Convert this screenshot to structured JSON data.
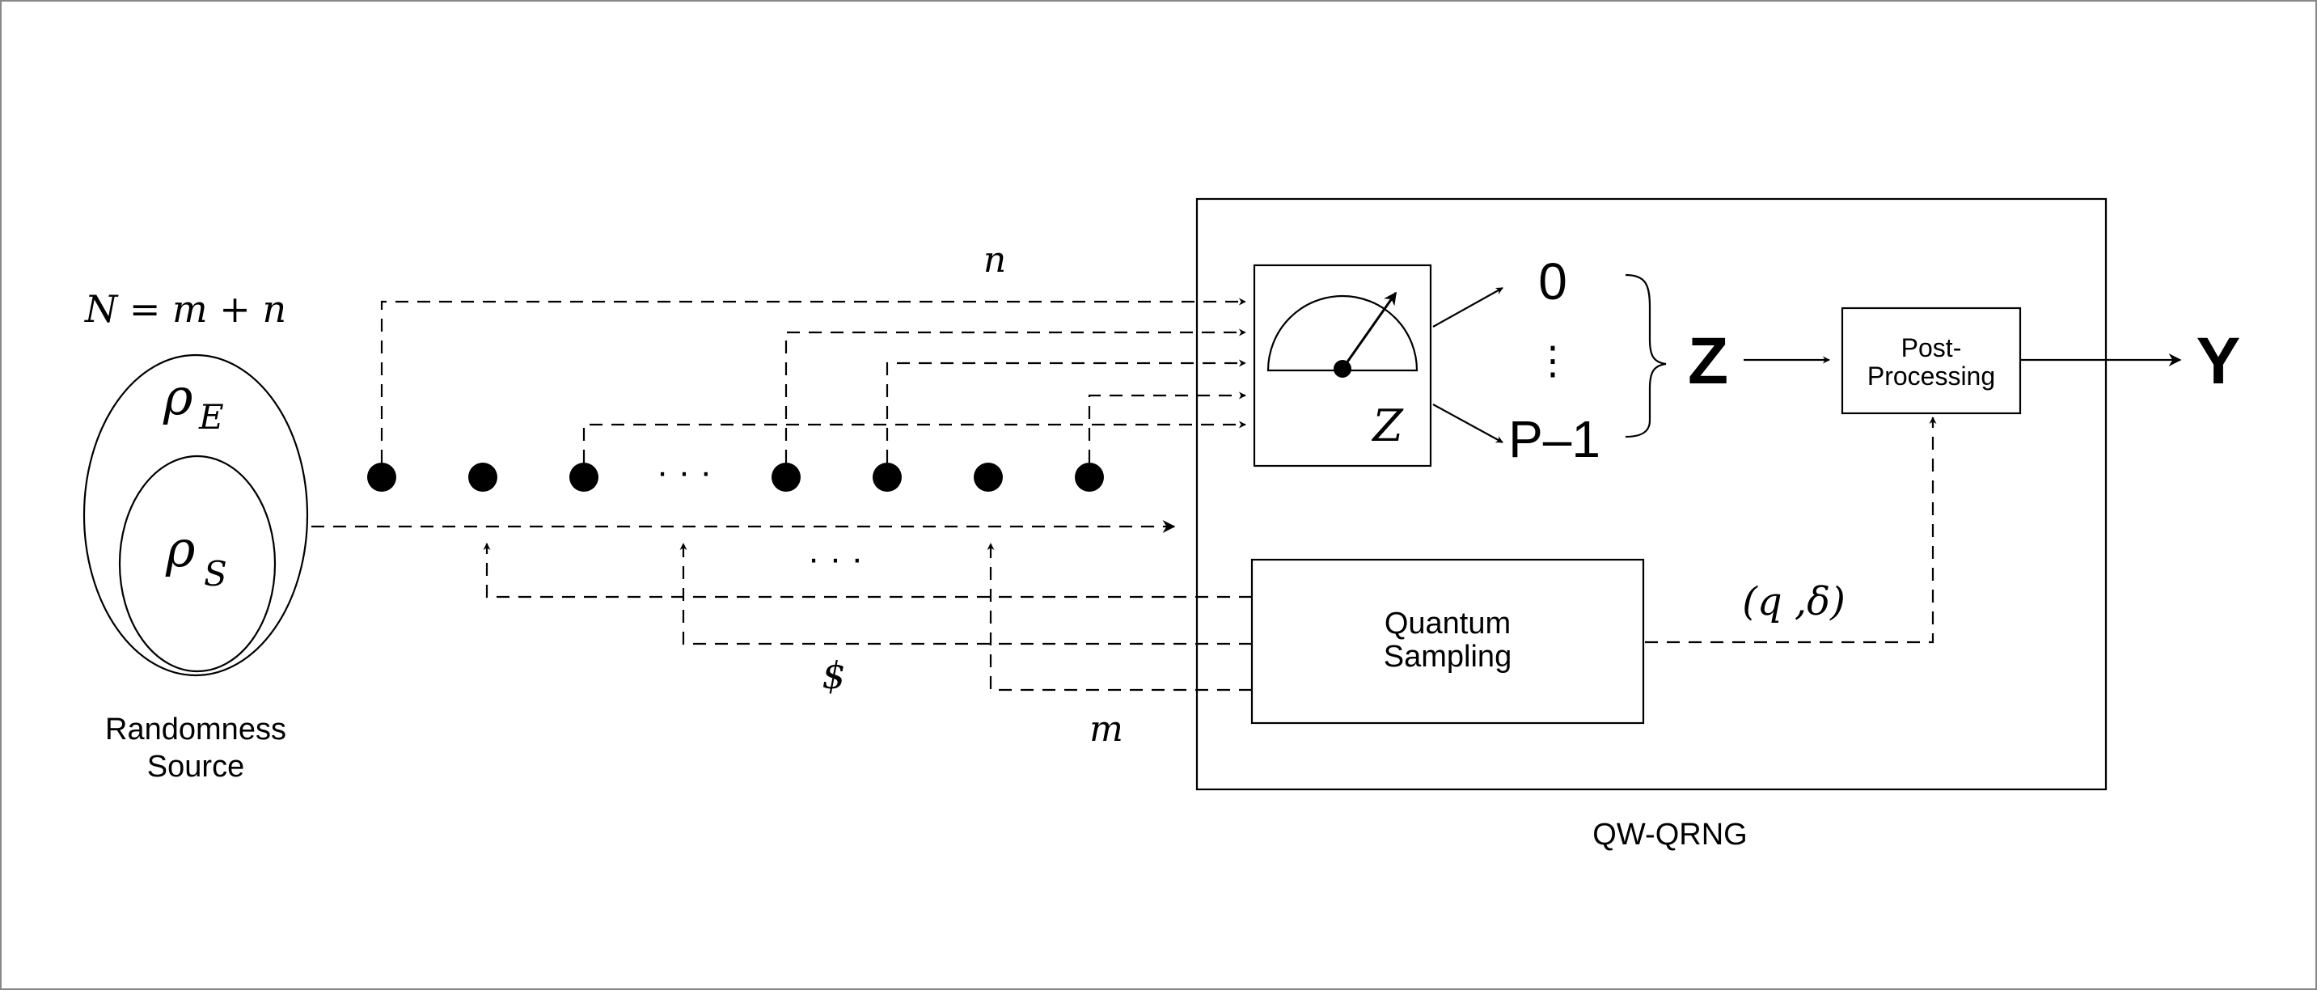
{
  "source": {
    "equation": "N = m + n",
    "rho_e": "ρ",
    "rho_e_sub": "E",
    "rho_s": "ρ",
    "rho_s_sub": "S",
    "label_line1": "Randomness",
    "label_line2": "Source"
  },
  "labels": {
    "n": "n",
    "m": "m",
    "dollar": "$",
    "dots": "· · ·",
    "q_delta": "(q ,δ)"
  },
  "qrng": {
    "caption": "QW-QRNG",
    "meter_basis": "Z",
    "outcome_0": "0",
    "outcome_dots": "⋮",
    "outcome_last": "P–1",
    "output_z": "Z",
    "post_processing_line1": "Post-",
    "post_processing_line2": "Processing",
    "sampling_line1": "Quantum",
    "sampling_line2": "Sampling",
    "output_y": "Y"
  }
}
